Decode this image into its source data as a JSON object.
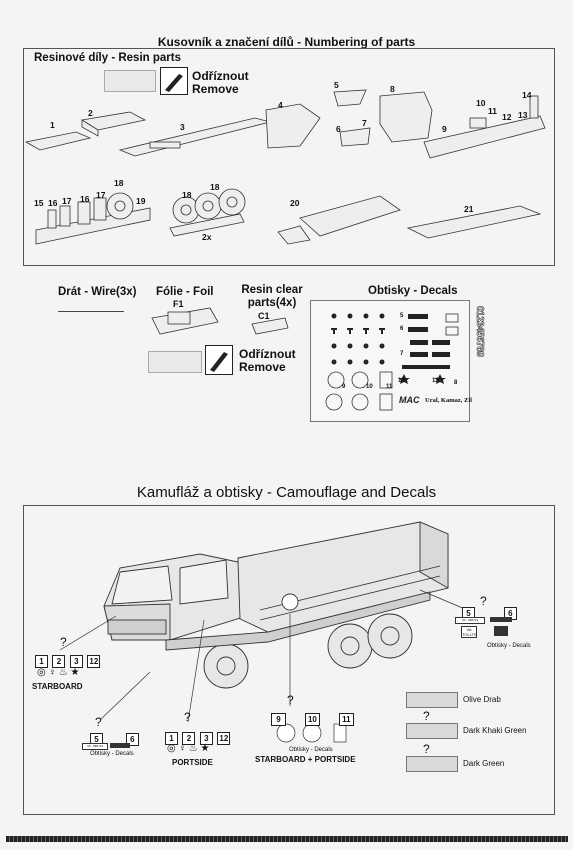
{
  "parts_section": {
    "title": "Kusovník a značení dílů - Numbering of parts",
    "resin_label": "Resinové díly - Resin parts",
    "remove_top": [
      "Odříznout",
      "Remove"
    ],
    "part_numbers": [
      "1",
      "2",
      "3",
      "4",
      "5",
      "6",
      "7",
      "8",
      "9",
      "10",
      "11",
      "12",
      "13",
      "14",
      "15",
      "16",
      "17",
      "16",
      "17",
      "18",
      "19",
      "18",
      "18",
      "20",
      "21"
    ],
    "qty_2x": "2x"
  },
  "extras": {
    "wire_label": "Drát - Wire(3x)",
    "foil_label": "Fólie - Foil",
    "foil_part": "F1",
    "clear_label_line1": "Resin clear",
    "clear_label_line2": "parts(4x)",
    "clear_part": "C1",
    "remove_bottom": [
      "Odříznout",
      "Remove"
    ]
  },
  "decals_sheet": {
    "title": "Obtisky - Decals",
    "labels": [
      "5",
      "6",
      "7",
      "8",
      "9",
      "10",
      "11",
      "12",
      "12"
    ],
    "vertical_numbers": "0123456789",
    "brand_text": "Ural, Kamaz, Zil",
    "logo_text": "MAC"
  },
  "camo_section": {
    "title": "Kamufláž a obtisky - Camouflage and Decals",
    "question": "?",
    "starboard_boxes": [
      "1",
      "2",
      "3",
      "12"
    ],
    "starboard_label": "STARBOARD",
    "portside_boxes": [
      "1",
      "2",
      "3",
      "12"
    ],
    "portside_label": "PORTSIDE",
    "front_boxes": [
      "5",
      "6"
    ],
    "rear_boxes": [
      "5",
      "6"
    ],
    "rear_plate": "VA - 586719",
    "rear_plate_short": "VA",
    "rear_plate_2": "TOLLTE",
    "obtisky_decals": "Obtisky - Decals",
    "middle_boxes": [
      "9",
      "10",
      "11"
    ],
    "middle_label": "STARBOARD + PORTSIDE",
    "middle_obtisky": "Obtisky - Decals",
    "colors": [
      {
        "name": "Olive Drab",
        "hex": "#d6d6d6"
      },
      {
        "name": "Dark Khaki Green",
        "hex": "#d6d6d6"
      },
      {
        "name": "Dark Green",
        "hex": "#d6d6d6"
      }
    ]
  }
}
